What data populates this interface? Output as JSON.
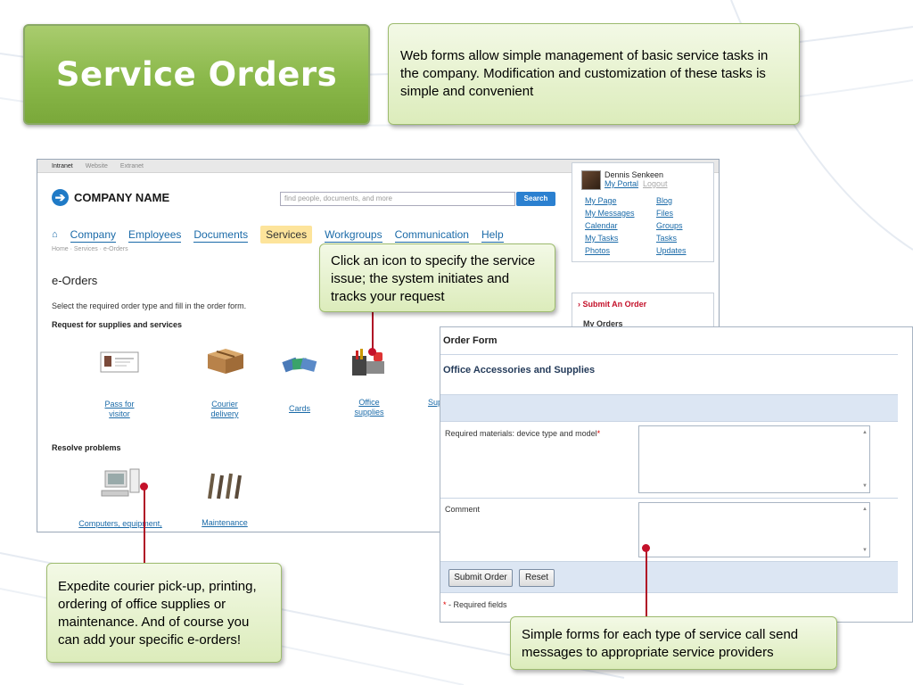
{
  "slide": {
    "title": "Service Orders",
    "top_note": "Web forms allow simple management of basic service tasks in the company.  Modification and customization of these tasks is simple and convenient",
    "callout_icons": "Click an icon to specify the service issue; the system initiates and tracks your request",
    "callout_expedite": "Expedite courier pick-up, printing, ordering of office supplies or maintenance. And of course you can add your specific e-orders!",
    "callout_forms": "Simple forms for each type of service call send messages to appropriate service providers",
    "accent": "#8ab84a"
  },
  "portal": {
    "topbar": [
      "Intranet",
      "Website",
      "Extranet"
    ],
    "company_name": "COMPANY NAME",
    "search_placeholder": "find people, documents, and more",
    "search_button": "Search",
    "nav": {
      "home_icon": "home-icon",
      "items": [
        "Company",
        "Employees",
        "Documents",
        "Services",
        "Workgroups",
        "Communication",
        "Help"
      ],
      "active": "Services"
    },
    "breadcrumb": "Home · Services · e-Orders",
    "page_title": "e-Orders",
    "description": "Select the required order type and fill in the order form.",
    "section_supplies": "Request for supplies and services",
    "section_problems": "Resolve problems",
    "tiles": [
      {
        "label_1": "Pass for",
        "label_2": "visitor"
      },
      {
        "label_1": "Courier",
        "label_2": "delivery"
      },
      {
        "label_1": "Cards",
        "label_2": ""
      },
      {
        "label_1": "Office",
        "label_2": "supplies"
      },
      {
        "label_1": "Sup",
        "label_2": ""
      }
    ],
    "problem_tiles": [
      "Computers, equipment,",
      "Maintenance"
    ]
  },
  "user": {
    "name": "Dennis Senkeen",
    "my_portal": "My Portal",
    "logout": "Logout",
    "links_left": [
      "My Page",
      "My Messages",
      "Calendar",
      "My Tasks",
      "Photos"
    ],
    "links_right": [
      "Blog",
      "Files",
      "Groups",
      "Tasks",
      "Updates"
    ]
  },
  "side_menu": {
    "submit": "Submit An Order",
    "my_orders": "My Orders"
  },
  "order_form": {
    "title": "Order Form",
    "subtitle": "Office Accessories and Supplies",
    "field_materials": "Required materials: device type and model",
    "field_comment": "Comment",
    "submit": "Submit Order",
    "reset": "Reset",
    "required_note": " - Required fields"
  }
}
